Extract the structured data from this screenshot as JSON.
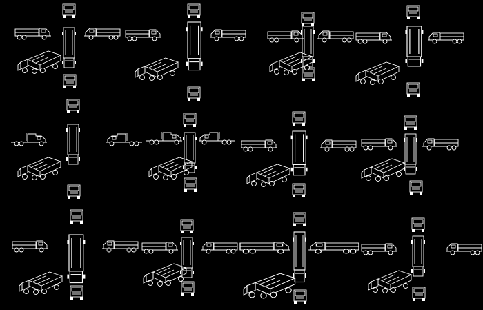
{
  "background_color": "#000000",
  "line_color": "#ffffff",
  "vehicle_sets": [
    {
      "kind": "dump-truck"
    },
    {
      "kind": "flatbed-truck"
    },
    {
      "kind": "box-truck"
    },
    {
      "kind": "military-cargo-truck"
    },
    {
      "kind": "semi-tractor-sleeper"
    },
    {
      "kind": "semi-tractor-day-cab"
    },
    {
      "kind": "heavy-dump-truck"
    },
    {
      "kind": "chassis-cab-truck"
    },
    {
      "kind": "articulated-dump-truck"
    },
    {
      "kind": "medium-box-truck"
    },
    {
      "kind": "large-box-truck"
    },
    {
      "kind": "garbage-truck"
    }
  ]
}
